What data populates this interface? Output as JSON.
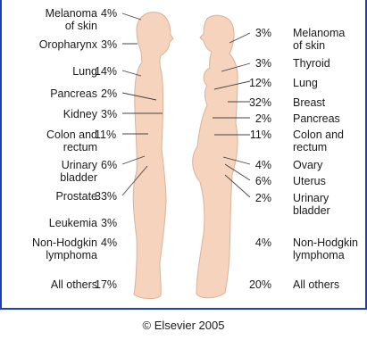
{
  "male": [
    {
      "label": "Melanoma of skin",
      "lines": [
        "Melanoma",
        "of skin"
      ],
      "pct": "4%"
    },
    {
      "label": "Oropharynx",
      "lines": [
        "Oropharynx"
      ],
      "pct": "3%"
    },
    {
      "label": "Lung",
      "lines": [
        "Lung"
      ],
      "pct": "14%"
    },
    {
      "label": "Pancreas",
      "lines": [
        "Pancreas"
      ],
      "pct": "2%"
    },
    {
      "label": "Kidney",
      "lines": [
        "Kidney"
      ],
      "pct": "3%"
    },
    {
      "label": "Colon and rectum",
      "lines": [
        "Colon and",
        "rectum"
      ],
      "pct": "11%"
    },
    {
      "label": "Urinary bladder",
      "lines": [
        "Urinary",
        "bladder"
      ],
      "pct": "6%"
    },
    {
      "label": "Prostate",
      "lines": [
        "Prostate"
      ],
      "pct": "33%"
    },
    {
      "label": "Leukemia",
      "lines": [
        "Leukemia"
      ],
      "pct": "3%"
    },
    {
      "label": "Non-Hodgkin lymphoma",
      "lines": [
        "Non-Hodgkin",
        "lymphoma"
      ],
      "pct": "4%"
    },
    {
      "label": "All others",
      "lines": [
        "All others"
      ],
      "pct": "17%"
    }
  ],
  "female": [
    {
      "label": "Melanoma of skin",
      "lines": [
        "Melanoma",
        "of skin"
      ],
      "pct": "3%"
    },
    {
      "label": "Thyroid",
      "lines": [
        "Thyroid"
      ],
      "pct": "3%"
    },
    {
      "label": "Lung",
      "lines": [
        "Lung"
      ],
      "pct": "12%"
    },
    {
      "label": "Breast",
      "lines": [
        "Breast"
      ],
      "pct": "32%"
    },
    {
      "label": "Pancreas",
      "lines": [
        "Pancreas"
      ],
      "pct": "2%"
    },
    {
      "label": "Colon and rectum",
      "lines": [
        "Colon and",
        "rectum"
      ],
      "pct": "11%"
    },
    {
      "label": "Ovary",
      "lines": [
        "Ovary"
      ],
      "pct": "4%"
    },
    {
      "label": "Uterus",
      "lines": [
        "Uterus"
      ],
      "pct": "6%"
    },
    {
      "label": "Urinary bladder",
      "lines": [
        "Urinary",
        "bladder"
      ],
      "pct": "2%"
    },
    {
      "label": "Non-Hodgkin lymphoma",
      "lines": [
        "Non-Hodgkin",
        "lymphoma"
      ],
      "pct": "4%"
    },
    {
      "label": "All others",
      "lines": [
        "All others"
      ],
      "pct": "20%"
    }
  ],
  "colors": {
    "body_fill": "#f6d3bc",
    "body_stroke": "#d9b29a",
    "leader": "#444444",
    "frame": "#1f3fb7"
  },
  "copyright": "© Elsevier 2005"
}
